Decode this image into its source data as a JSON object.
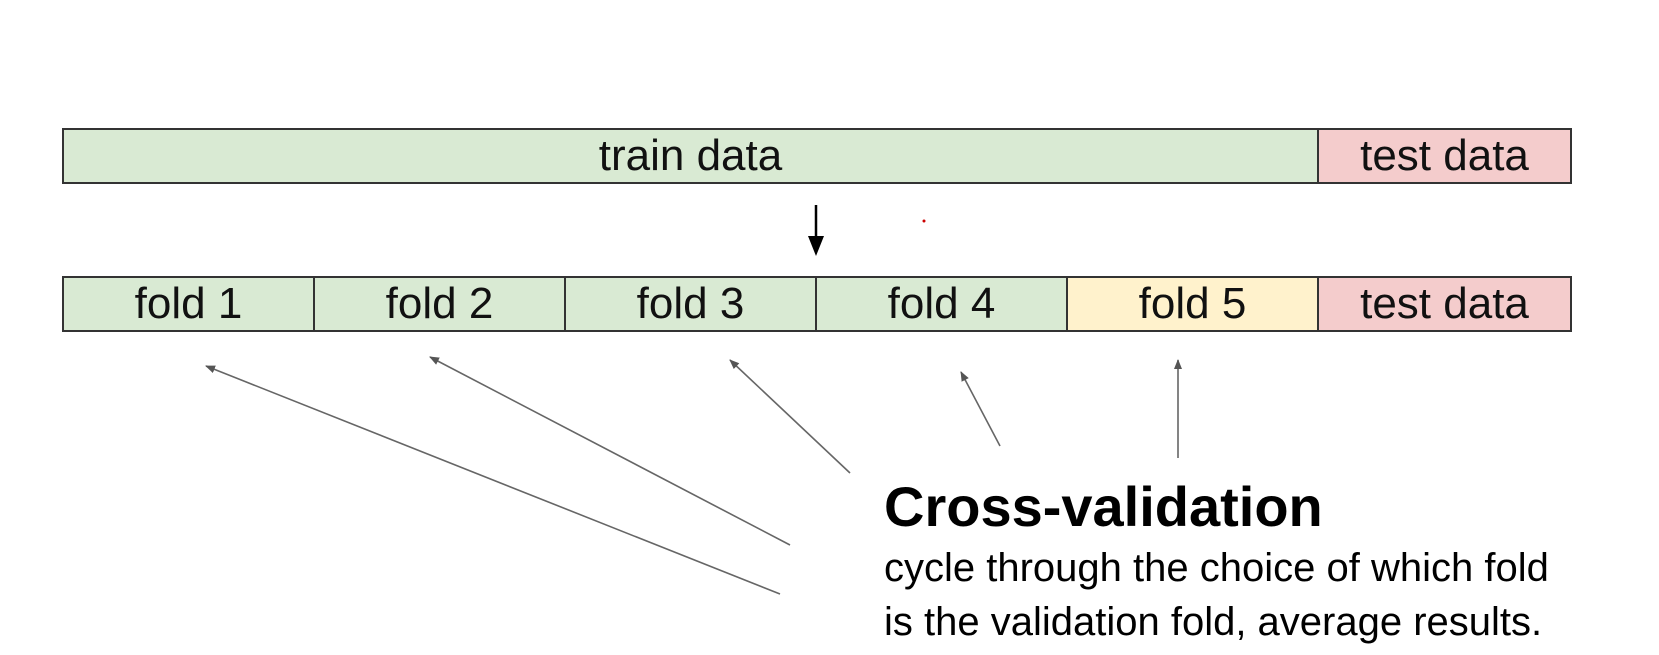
{
  "top_row": {
    "train_label": "train data",
    "test_label": "test data"
  },
  "fold_row": {
    "folds": [
      "fold 1",
      "fold 2",
      "fold 3",
      "fold 4",
      "fold 5"
    ],
    "test_label": "test data",
    "validation_fold_index": 5
  },
  "caption": {
    "title": "Cross-validation",
    "line1": "cycle through the choice of which fold",
    "line2": "is the validation fold, average results."
  },
  "colors": {
    "train": "#d9ead3",
    "validation": "#fff2cc",
    "test": "#f4cccc",
    "border": "#333333",
    "annotation_arrow": "#666666"
  }
}
